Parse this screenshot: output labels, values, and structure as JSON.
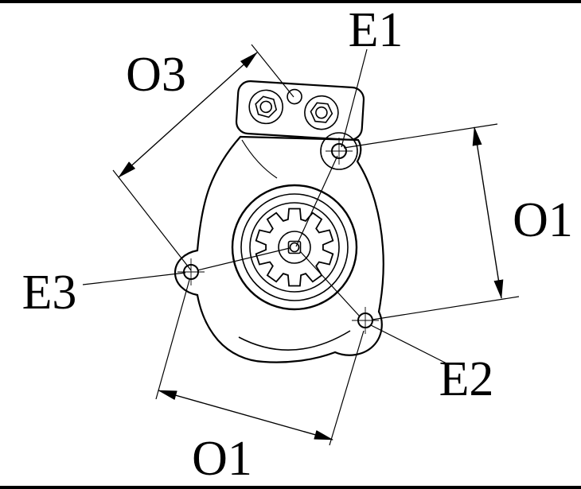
{
  "diagram": {
    "labels": {
      "o3": "O3",
      "e1": "E1",
      "o1_right": "O1",
      "e3": "E3",
      "e2": "E2",
      "o1_bottom": "O1"
    },
    "colors": {
      "line": "#000000",
      "background": "#ffffff"
    }
  }
}
